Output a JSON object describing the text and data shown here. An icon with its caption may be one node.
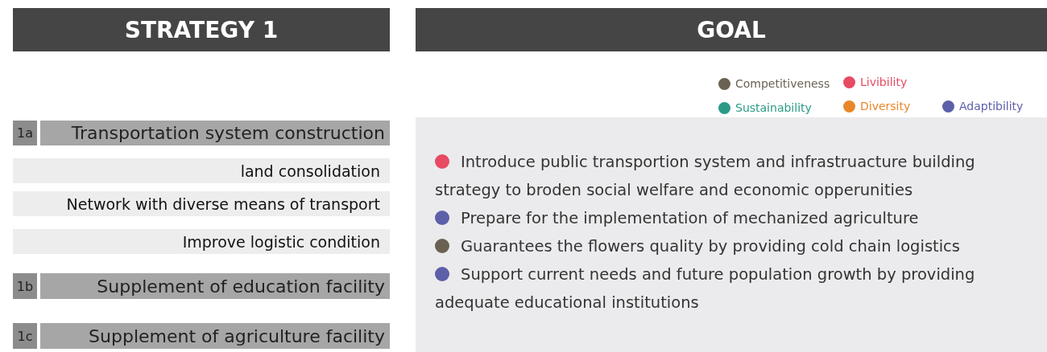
{
  "diagram": {
    "nodes": [
      {
        "text": [
          "STRATEGY 1"
        ]
      },
      {
        "text": [
          "GOAL"
        ]
      },
      {
        "text": [
          "1a",
          "Transportation system construction"
        ]
      },
      {
        "text": [
          "land consolidation"
        ]
      },
      {
        "text": [
          "Network with diverse means of transport"
        ]
      },
      {
        "text": [
          "Improve logistic condition"
        ]
      },
      {
        "text": [
          "1b",
          "Supplement of education facility"
        ]
      },
      {
        "text": [
          "1c",
          "Supplement of agriculture facility"
        ]
      },
      {
        "text": [
          "Introduce public transportion system and infrastruacture building strategy to broden social welfare and economic opperunities",
          "Prepare for the implementation of mechanized agriculture",
          "Guarantees the flowers quality by providing cold chain logistics",
          "Support current needs and future population growth by providing adequate educational institutions"
        ]
      }
    ],
    "legend": [
      {
        "text": "Competitiveness",
        "color": "#6b6152"
      },
      {
        "text": "Livibility",
        "color": "#e84a63"
      },
      {
        "text": "Sustainability",
        "color": "#2a9a86"
      },
      {
        "text": "Diversity",
        "color": "#e8872a"
      },
      {
        "text": "Adaptibility",
        "color": "#5d5fa8"
      }
    ]
  }
}
